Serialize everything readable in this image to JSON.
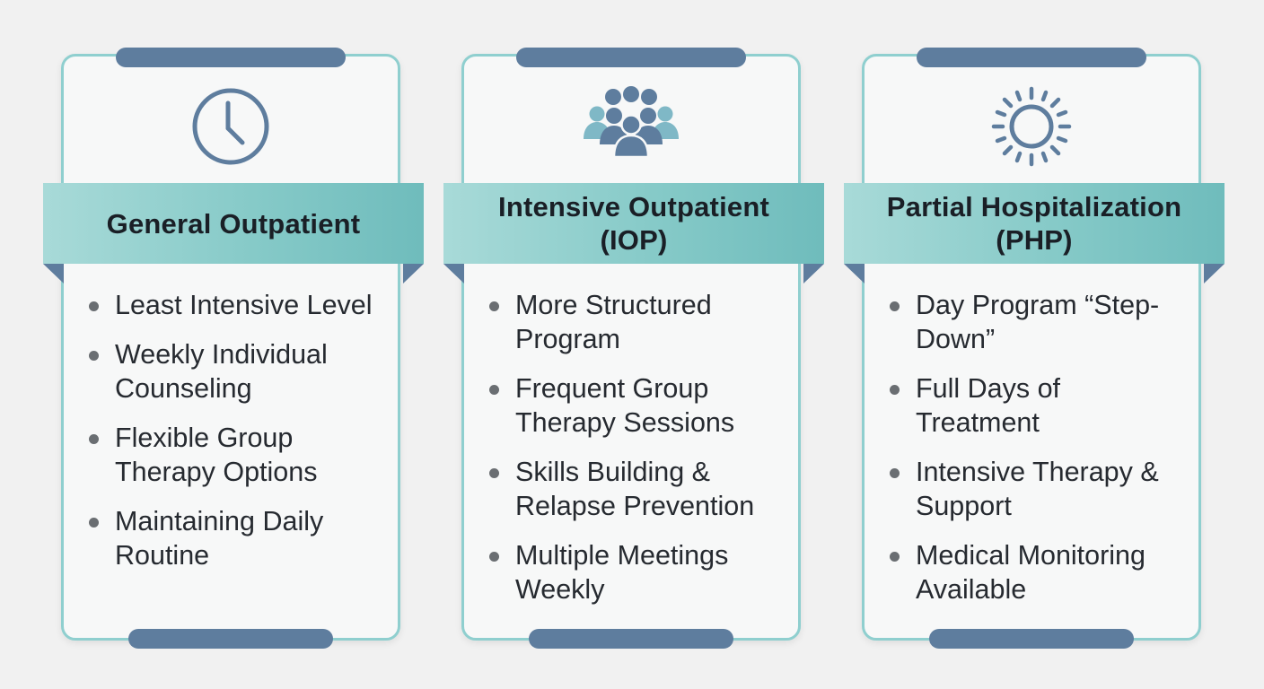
{
  "colors": {
    "background": "#f1f1f1",
    "card_border": "#8fcfcf",
    "accent_blue": "#5e7d9e",
    "banner_teal": "#86cac8",
    "text": "#262a30"
  },
  "cards": [
    {
      "icon": "clock-icon",
      "title": "General Outpatient",
      "bullets": [
        "Least Intensive Level",
        "Weekly Individual Counseling",
        "Flexible Group Therapy Options",
        "Maintaining Daily Routine"
      ]
    },
    {
      "icon": "group-people-icon",
      "title": "Intensive Outpatient (IOP)",
      "bullets": [
        "More Structured Program",
        "Frequent Group Therapy Sessions",
        "Skills Building & Relapse Prevention",
        "Multiple Meetings Weekly"
      ]
    },
    {
      "icon": "sun-icon",
      "title": "Partial Hospitalization (PHP)",
      "bullets": [
        "Day Program “Step-Down”",
        "Full Days of Treatment",
        "Intensive Therapy & Support",
        "Medical Monitoring Available"
      ]
    }
  ]
}
